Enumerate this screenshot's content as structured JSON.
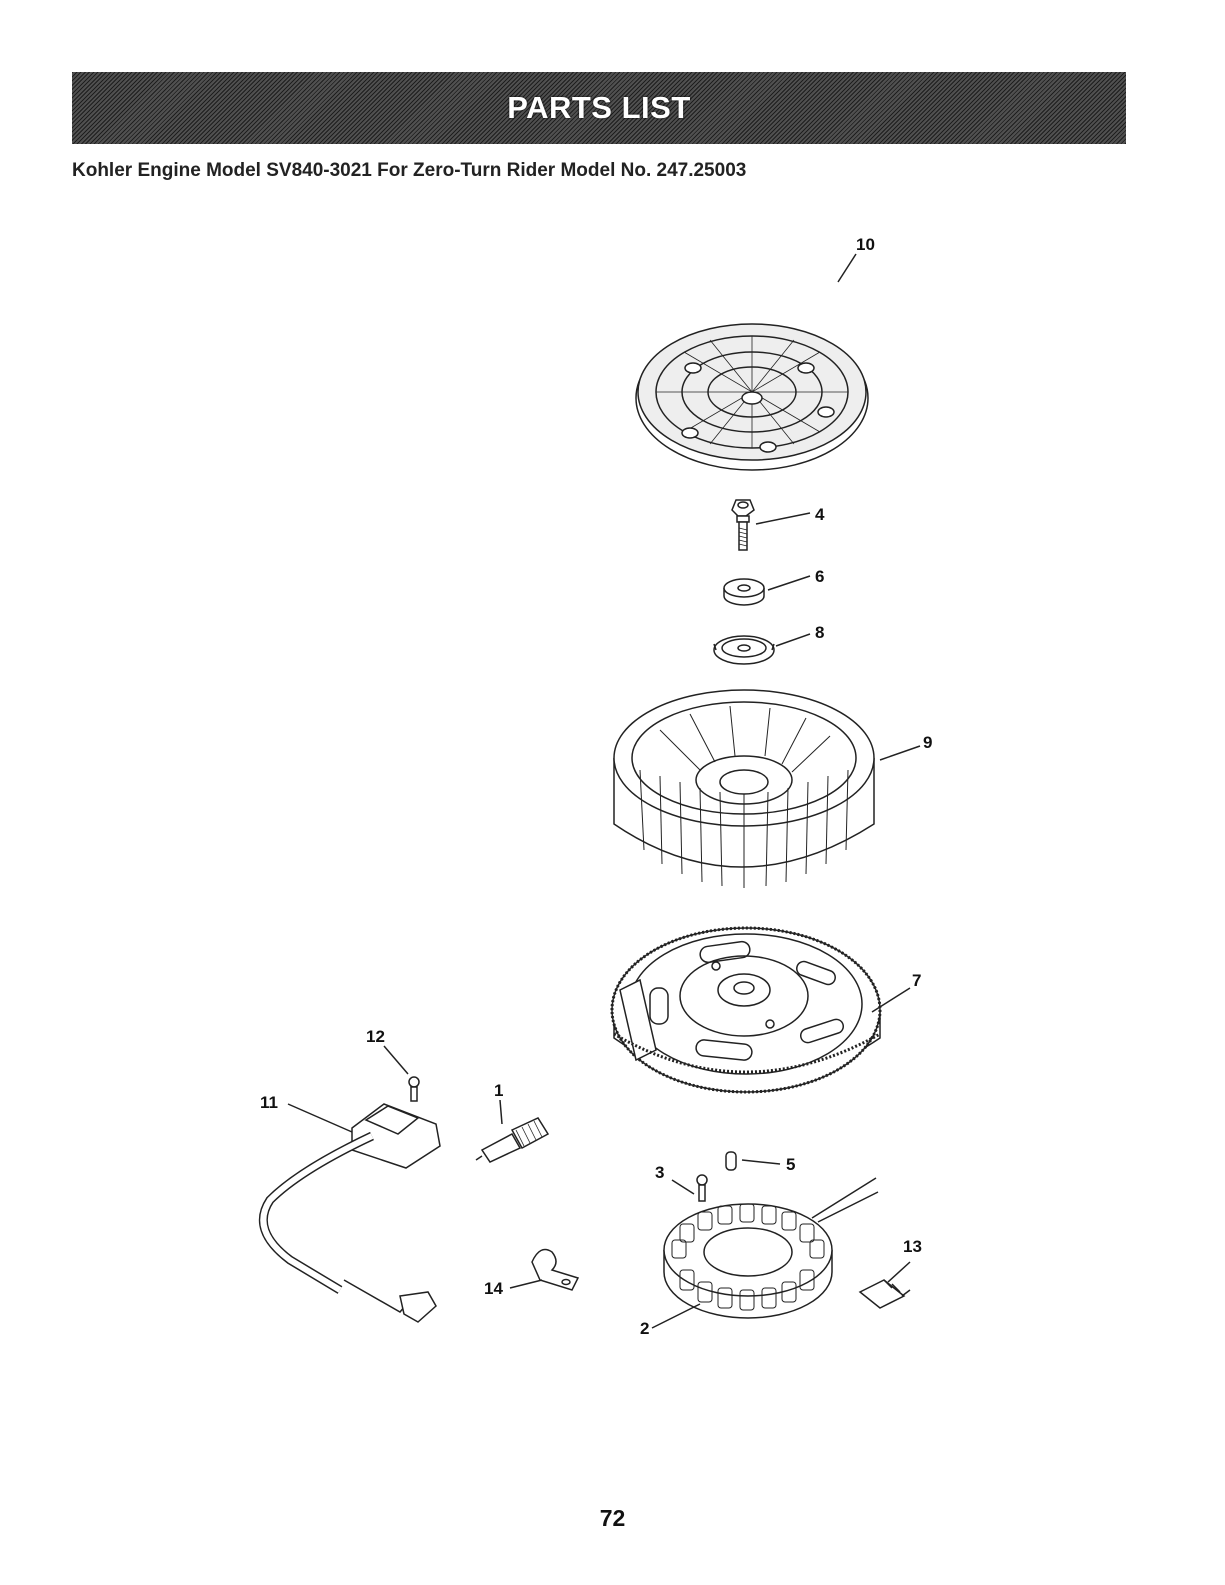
{
  "header": {
    "title": "PARTS LIST",
    "subtitle": "Kohler Engine Model SV840-3021 For Zero-Turn Rider Model No. 247.25003"
  },
  "callouts": {
    "c1": "1",
    "c2": "2",
    "c3": "3",
    "c4": "4",
    "c5": "5",
    "c6": "6",
    "c7": "7",
    "c8": "8",
    "c9": "9",
    "c10": "10",
    "c11": "11",
    "c12": "12",
    "c13": "13",
    "c14": "14"
  },
  "footer": {
    "page_number": "72"
  }
}
